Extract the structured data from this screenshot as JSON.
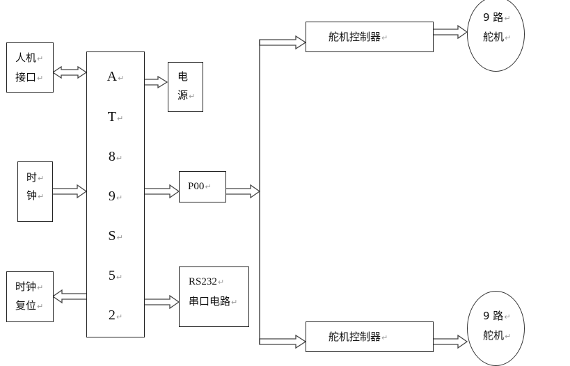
{
  "diagram": {
    "title_hidden": "",
    "mcu": {
      "letters": [
        "A",
        "T",
        "8",
        "9",
        "S",
        "5",
        "2"
      ]
    },
    "blocks": {
      "hmi": {
        "lines": [
          "人机",
          "接口"
        ]
      },
      "clock": {
        "lines": [
          "时",
          "钟"
        ]
      },
      "clock_reset": {
        "lines": [
          "时钟",
          "复位"
        ]
      },
      "power": {
        "lines": [
          "电",
          "源"
        ]
      },
      "p00": {
        "lines": [
          "P00"
        ]
      },
      "rs232": {
        "lines": [
          "RS232",
          "串口电路"
        ]
      },
      "servo_controller_top": {
        "lines": [
          "舵机控制器"
        ]
      },
      "servo_controller_bottom": {
        "lines": [
          "舵机控制器"
        ]
      },
      "servo_top": {
        "lines": [
          "9 路",
          "舵机"
        ]
      },
      "servo_bottom": {
        "lines": [
          "9 路",
          "舵机"
        ]
      }
    },
    "paragraph_mark": "↵",
    "connections": [
      {
        "from": "hmi",
        "to": "mcu",
        "type": "bidirectional"
      },
      {
        "from": "clock",
        "to": "mcu",
        "type": "arrow"
      },
      {
        "from": "mcu",
        "to": "clock_reset",
        "type": "arrow"
      },
      {
        "from": "mcu",
        "to": "power",
        "type": "arrow"
      },
      {
        "from": "mcu",
        "to": "p00",
        "type": "arrow"
      },
      {
        "from": "mcu",
        "to": "rs232",
        "type": "arrow"
      },
      {
        "from": "p00",
        "to": "bus",
        "type": "arrow"
      },
      {
        "from": "bus",
        "to": "servo_controller_top",
        "type": "arrow"
      },
      {
        "from": "bus",
        "to": "servo_controller_bottom",
        "type": "arrow"
      },
      {
        "from": "servo_controller_top",
        "to": "servo_top",
        "type": "arrow"
      },
      {
        "from": "servo_controller_bottom",
        "to": "servo_bottom",
        "type": "arrow"
      }
    ]
  }
}
